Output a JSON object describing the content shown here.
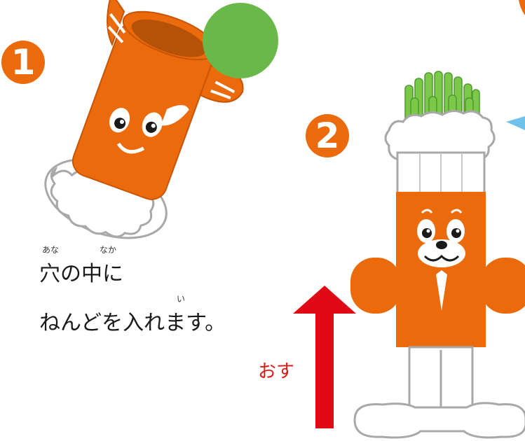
{
  "steps": [
    {
      "number": "1",
      "furigana_1": "あな",
      "furigana_2": "なか",
      "line1": "穴の中に",
      "furigana_3": "い",
      "line2": "ねんどを入れます。"
    },
    {
      "number": "2"
    }
  ],
  "push_label": "おす",
  "colors": {
    "orange": "#eb6a0c",
    "orange_dark": "#c75508",
    "green": "#6ab84a",
    "grass_green": "#7cc94a",
    "arrow_red": "#e00a16",
    "light_blue": "#6fc3ea",
    "outline_gray": "#999999"
  },
  "icons": [
    "cylinder-toy-icon",
    "clay-ball-icon",
    "character-face-icon",
    "press-toy-icon",
    "up-arrow-icon"
  ]
}
